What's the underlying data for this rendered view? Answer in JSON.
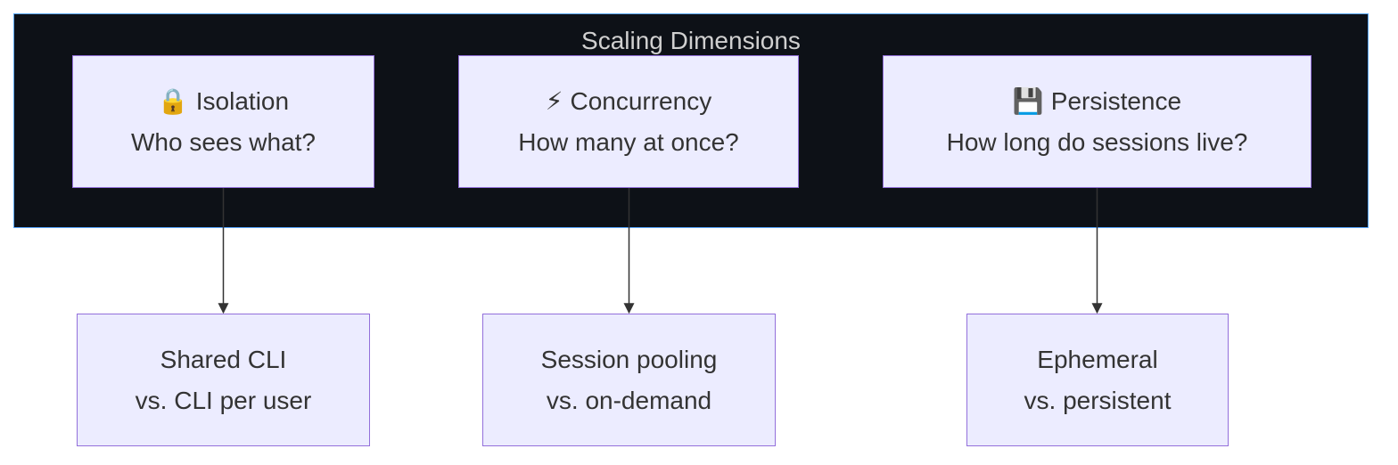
{
  "diagram": {
    "group": {
      "title": "Scaling Dimensions",
      "border_color": "#58a6ff",
      "background_color": "#0d1117"
    },
    "node_fill": "#ececff",
    "node_border": "#9370db",
    "edge_color": "#333333",
    "dimensions": [
      {
        "icon": "lock-icon",
        "icon_glyph": "🔒",
        "title": "Isolation",
        "question": "Who sees what?",
        "option_line1": "Shared CLI",
        "option_line2": "vs. CLI per user"
      },
      {
        "icon": "lightning-icon",
        "icon_glyph": "⚡",
        "title": "Concurrency",
        "question": "How many at once?",
        "option_line1": "Session pooling",
        "option_line2": "vs. on-demand"
      },
      {
        "icon": "floppy-disk-icon",
        "icon_glyph": "💾",
        "title": "Persistence",
        "question": "How long do sessions live?",
        "option_line1": "Ephemeral",
        "option_line2": "vs. persistent"
      }
    ]
  }
}
